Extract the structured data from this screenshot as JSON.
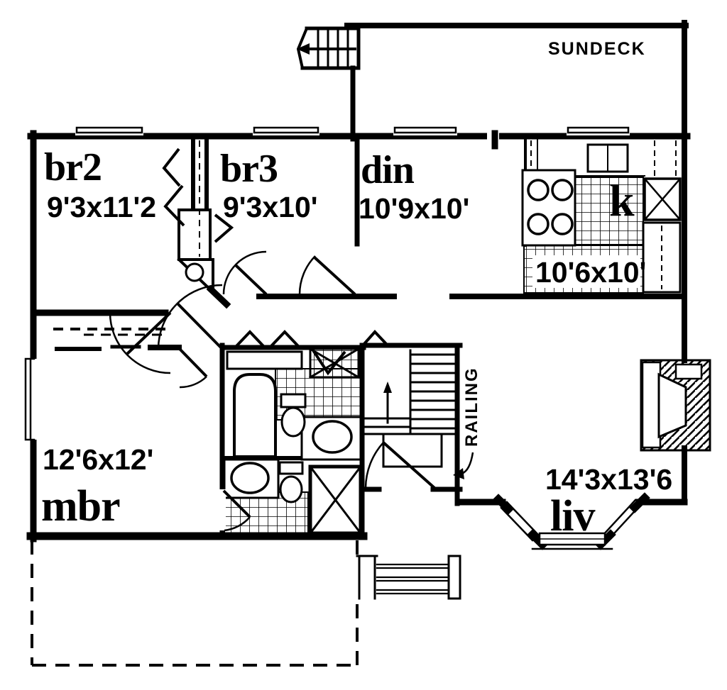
{
  "plan": {
    "title_note": "single-storey house floor plan",
    "sundeck_label": "SUNDECK",
    "railing_label": "RAILING",
    "rooms": [
      {
        "id": "br2",
        "name": "br2",
        "dims": "9'3x11'2"
      },
      {
        "id": "br3",
        "name": "br3",
        "dims": "9'3x10'"
      },
      {
        "id": "din",
        "name": "din",
        "dims": "10'9x10'"
      },
      {
        "id": "kitchen",
        "name": "k",
        "dims": "10'6x10'"
      },
      {
        "id": "mbr",
        "name": "mbr",
        "dims": "12'6x12'"
      },
      {
        "id": "liv",
        "name": "liv",
        "dims": "14'3x13'6"
      }
    ],
    "colors": {
      "ink": "#000000",
      "paper": "#ffffff"
    }
  }
}
